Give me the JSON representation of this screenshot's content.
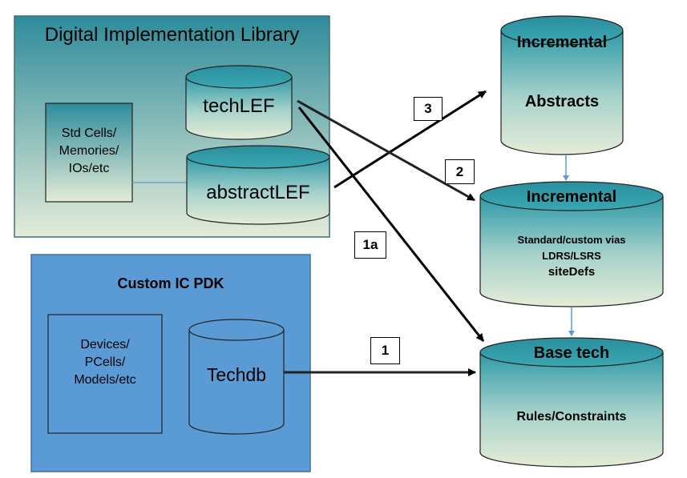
{
  "colors": {
    "lib_top": "#2e8b9a",
    "lib_bottom": "#e4ecd9",
    "pdk_fill": "#5b9bd5",
    "pdk_border": "#41719c",
    "cyl_top": "#2e9aa8",
    "cyl_bottom": "#e4ecd6",
    "arrow": "#000000",
    "connector": "#5b9bd5"
  },
  "library": {
    "title": "Digital Implementation Library",
    "std_cells": [
      "Std Cells/",
      "Memories/",
      "IOs/etc"
    ],
    "techlef": "techLEF",
    "abstractlef": "abstractLEF"
  },
  "pdk": {
    "title": "Custom IC PDK",
    "devices": [
      "Devices/",
      "PCells/",
      "Models/etc"
    ],
    "techdb": "Techdb"
  },
  "databases": {
    "abstracts": {
      "title": "Incremental",
      "body": "Abstracts"
    },
    "incremental": {
      "title": "Incremental",
      "lines": [
        "Standard/custom vias",
        "LDRS/LSRS",
        "siteDefs"
      ]
    },
    "base": {
      "title": "Base tech",
      "body": "Rules/Constraints"
    }
  },
  "steps": {
    "s1": "1",
    "s1a": "1a",
    "s2": "2",
    "s3": "3"
  }
}
